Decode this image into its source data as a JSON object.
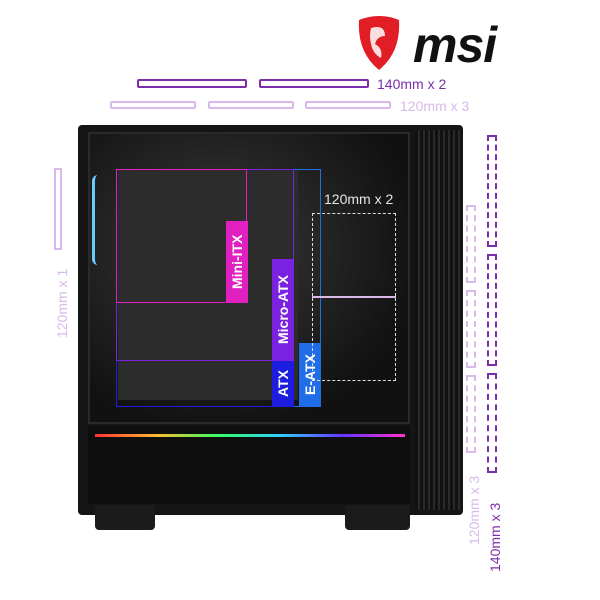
{
  "brand": {
    "logo_text": "msi",
    "logo_color": "#e11d25"
  },
  "top_fans": [
    {
      "label": "140mm x 2",
      "color": "#7a2fa8"
    },
    {
      "label": "120mm x 3",
      "color": "#d9b8ea"
    }
  ],
  "left_fans": {
    "label": "120mm x 1"
  },
  "right_fans": [
    {
      "label": "120mm x 3"
    },
    {
      "label": "140mm x 3"
    }
  ],
  "interior_fans": {
    "label": "120mm x 2"
  },
  "form_factors": [
    {
      "label": "Mini-ITX",
      "color": "#e020c0"
    },
    {
      "label": "Micro-ATX",
      "color": "#7a22e0"
    },
    {
      "label": "ATX",
      "color": "#1d1de0"
    },
    {
      "label": "E-ATX",
      "color": "#1f6ee8"
    }
  ]
}
